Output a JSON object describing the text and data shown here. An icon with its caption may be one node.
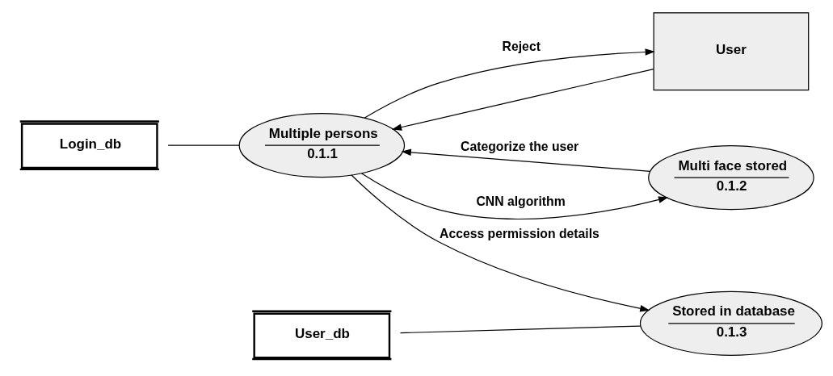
{
  "diagram": {
    "nodes": [
      {
        "text": [
          "Login_db"
        ]
      },
      {
        "text": [
          "User_db"
        ]
      },
      {
        "text": [
          "User"
        ]
      },
      {
        "text": [
          "Multiple persons",
          "0.1.1"
        ]
      },
      {
        "text": [
          "Stored in database",
          "0.1.3"
        ]
      },
      {
        "text": [
          "Multi face stored",
          "0.1.2"
        ]
      }
    ],
    "edges": [
      {
        "from": 0,
        "to": 3,
        "arrow": "none"
      },
      {
        "from": 2,
        "to": 3,
        "arrow": "to"
      },
      {
        "from": 3,
        "to": 2,
        "arrow": "to",
        "label": "Reject"
      },
      {
        "from": 3,
        "to": 4,
        "arrow": "to",
        "label": "Access permission details"
      },
      {
        "from": 1,
        "to": 4,
        "arrow": "none"
      },
      {
        "from": 3,
        "to": 5,
        "arrow": "to",
        "label": "CNN algorithm"
      },
      {
        "from": 5,
        "to": 3,
        "arrow": "to",
        "label": "Categorize the user"
      }
    ]
  }
}
